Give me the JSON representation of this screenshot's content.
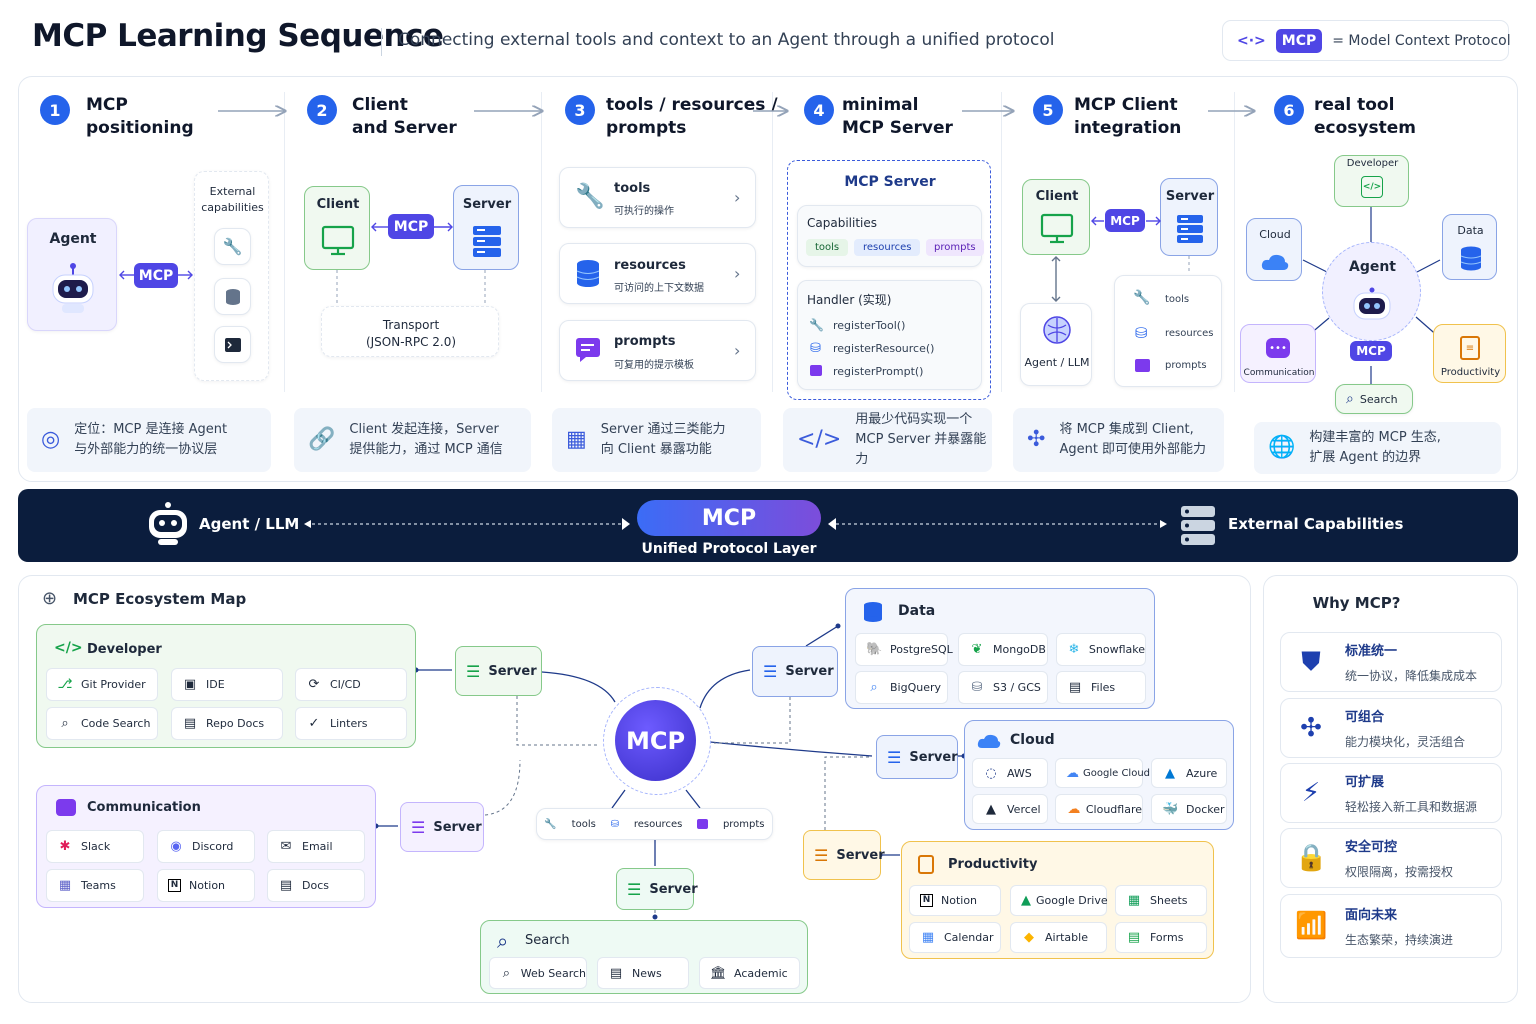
{
  "header": {
    "title": "MCP Learning Sequence",
    "subtitle": "Connecting external tools and context to an Agent through a unified protocol",
    "legend_icon": "<·>",
    "legend_chip": "MCP",
    "legend_text": "= Model Context Protocol"
  },
  "steps": [
    {
      "num": "1",
      "title": "MCP\npositioning",
      "info": "定位：MCP 是连接 Agent\n与外部能力的统一协议层",
      "info_icon": "target-icon"
    },
    {
      "num": "2",
      "title": "Client\nand Server",
      "info": "Client 发起连接，Server\n提供能力，通过 MCP 通信",
      "info_icon": "link-icon"
    },
    {
      "num": "3",
      "title": "tools / resources /\nprompts",
      "info": "Server 通过三类能力\n向 Client 暴露功能",
      "info_icon": "grid-icon"
    },
    {
      "num": "4",
      "title": "minimal\nMCP Server",
      "info": "用最少代码实现一个\nMCP Server 并暴露能力",
      "info_icon": "code-icon"
    },
    {
      "num": "5",
      "title": "MCP Client\nintegration",
      "info": "将 MCP 集成到 Client,\nAgent 即可使用外部能力",
      "info_icon": "puzzle-icon"
    },
    {
      "num": "6",
      "title": "real tool\necosystem",
      "info": "构建丰富的 MCP 生态,\n扩展 Agent 的边界",
      "info_icon": "globe-icon"
    }
  ],
  "s1": {
    "agent": "Agent",
    "mcp": "MCP",
    "ext": "External\ncapabilities"
  },
  "s2": {
    "client": "Client",
    "server": "Server",
    "mcp": "MCP",
    "transport": "Transport\n(JSON-RPC 2.0)"
  },
  "s3": {
    "items": [
      {
        "name": "tools",
        "desc": "可执行的操作"
      },
      {
        "name": "resources",
        "desc": "可访问的上下文数据"
      },
      {
        "name": "prompts",
        "desc": "可复用的提示模板"
      }
    ]
  },
  "s4": {
    "title": "MCP Server",
    "cap": "Capabilities",
    "caps": [
      "tools",
      "resources",
      "prompts"
    ],
    "handler": "Handler (实现)",
    "calls": [
      "registerTool()",
      "registerResource()",
      "registerPrompt()"
    ]
  },
  "s5": {
    "client": "Client",
    "server": "Server",
    "mcp": "MCP",
    "agent": "Agent / LLM",
    "items": [
      "tools",
      "resources",
      "prompts"
    ]
  },
  "s6": {
    "developer": "Developer",
    "cloud": "Cloud",
    "data": "Data",
    "agent": "Agent",
    "mcp": "MCP",
    "comm": "Communication",
    "prod": "Productivity",
    "search": "Search"
  },
  "band": {
    "left": "Agent / LLM",
    "mcp": "MCP",
    "caption": "Unified Protocol Layer",
    "right": "External Capabilities"
  },
  "eco": {
    "title": "MCP Ecosystem Map",
    "center": "MCP",
    "server": "Server",
    "center_items": [
      "tools",
      "resources",
      "prompts"
    ],
    "developer": {
      "title": "Developer",
      "items": [
        "Git Provider",
        "IDE",
        "CI/CD",
        "Code Search",
        "Repo Docs",
        "Linters"
      ]
    },
    "communication": {
      "title": "Communication",
      "items": [
        "Slack",
        "Discord",
        "Email",
        "Teams",
        "Notion",
        "Docs"
      ]
    },
    "data": {
      "title": "Data",
      "items": [
        "PostgreSQL",
        "MongoDB",
        "Snowflake",
        "BigQuery",
        "S3 / GCS",
        "Files"
      ]
    },
    "cloud": {
      "title": "Cloud",
      "items": [
        "AWS",
        "Google Cloud",
        "Azure",
        "Vercel",
        "Cloudflare",
        "Docker"
      ]
    },
    "productivity": {
      "title": "Productivity",
      "items": [
        "Notion",
        "Google Drive",
        "Sheets",
        "Calendar",
        "Airtable",
        "Forms"
      ]
    },
    "search": {
      "title": "Search",
      "items": [
        "Web Search",
        "News",
        "Academic"
      ]
    }
  },
  "why": {
    "title": "Why MCP?",
    "items": [
      {
        "t": "标准统一",
        "d": "统一协议，降低集成成本",
        "icon": "shield-icon"
      },
      {
        "t": "可组合",
        "d": "能力模块化，灵活组合",
        "icon": "puzzle-icon"
      },
      {
        "t": "可扩展",
        "d": "轻松接入新工具和数据源",
        "icon": "plug-icon"
      },
      {
        "t": "安全可控",
        "d": "权限隔离，按需授权",
        "icon": "lock-icon"
      },
      {
        "t": "面向未来",
        "d": "生态繁荣，持续演进",
        "icon": "growth-chart-icon"
      }
    ]
  },
  "colors": {
    "primary": "#2563eb",
    "mcp": "#4f46e5",
    "band": "#0b1d3d",
    "green": "#16a34a",
    "orange": "#f59e0b",
    "purple": "#7c3aed"
  }
}
